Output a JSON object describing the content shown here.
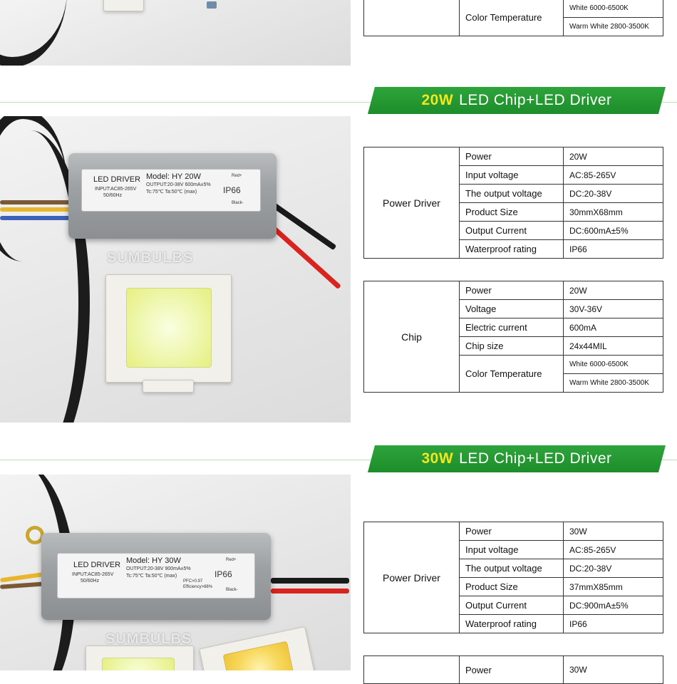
{
  "watermark": "SUMBULBS",
  "section0": {
    "chip_tail": [
      {
        "label": "Color Temperature",
        "values": [
          "White 6000-6500K",
          "Warm White 2800-3500K"
        ]
      }
    ]
  },
  "sections": [
    {
      "banner": {
        "watt": "20W",
        "title": "LED Chip+LED Driver"
      },
      "driver_label": {
        "brand": "LED DRIVER",
        "model": "Model: HY 20W",
        "input": "INPUT:AC85-265V",
        "hz": "50/60Hz",
        "output": "OUTPUT:20-38V  600mA±5%",
        "temps": "Tc:75℃  Ta:50℃ (max)",
        "ip": "IP66",
        "red": "Red+",
        "black": "Black-"
      },
      "power_driver": {
        "group": "Power Driver",
        "rows": [
          {
            "label": "Power",
            "value": "20W"
          },
          {
            "label": "Input voltage",
            "value": "AC:85-265V"
          },
          {
            "label": "The output voltage",
            "value": "DC:20-38V"
          },
          {
            "label": "Product Size",
            "value": "30mmX68mm"
          },
          {
            "label": "Output Current",
            "value": "DC:600mA±5%"
          },
          {
            "label": "Waterproof rating",
            "value": "IP66"
          }
        ]
      },
      "chip": {
        "group": "Chip",
        "rows": [
          {
            "label": "Power",
            "value": "20W"
          },
          {
            "label": "Voltage",
            "value": "30V-36V"
          },
          {
            "label": "Electric current",
            "value": "600mA"
          },
          {
            "label": "Chip size",
            "value": "24x44MIL"
          }
        ],
        "color_temp": {
          "label": "Color Temperature",
          "values": [
            "White 6000-6500K",
            "Warm White 2800-3500K"
          ]
        }
      }
    },
    {
      "banner": {
        "watt": "30W",
        "title": "LED Chip+LED Driver"
      },
      "driver_label": {
        "brand": "LED DRIVER",
        "model": "Model: HY 30W",
        "input": "INPUT:AC85-265V",
        "hz": "50/60Hz",
        "output": "OUTPUT:20-38V  900mA±5%",
        "temps": "Tc:75℃  Ta:50℃ (max)",
        "ip": "IP66",
        "red": "Red+",
        "black": "Black-",
        "pfc": "PFC>0.97",
        "eff": "Efficiency>88%"
      },
      "power_driver": {
        "group": "Power Driver",
        "rows": [
          {
            "label": "Power",
            "value": "30W"
          },
          {
            "label": "Input voltage",
            "value": "AC:85-265V"
          },
          {
            "label": "The output voltage",
            "value": "DC:20-38V"
          },
          {
            "label": "Product Size",
            "value": "37mmX85mm"
          },
          {
            "label": "Output Current",
            "value": "DC:900mA±5%"
          },
          {
            "label": "Waterproof rating",
            "value": "IP66"
          }
        ]
      },
      "chip": {
        "rows": [
          {
            "label": "Power",
            "value": "30W"
          }
        ]
      }
    }
  ]
}
